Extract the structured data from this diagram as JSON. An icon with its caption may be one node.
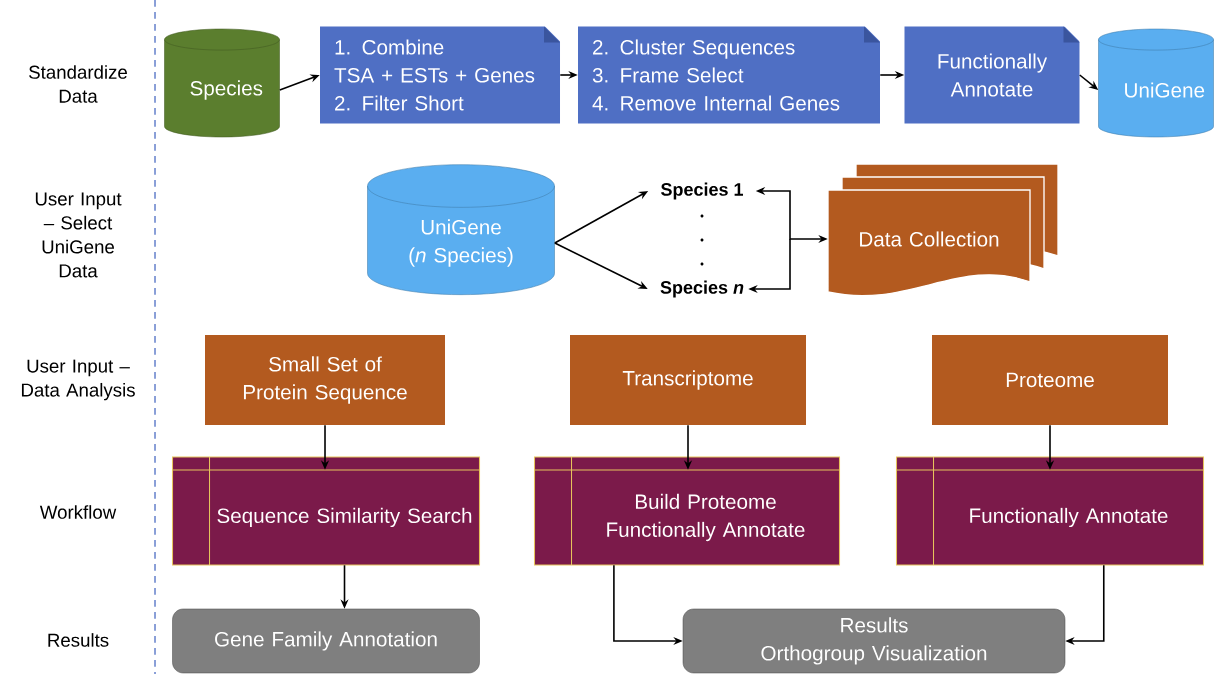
{
  "diagram": {
    "nodes": [
      {
        "text": [
          "Species"
        ]
      },
      {
        "text": [
          "1. Combine",
          "TSA + ESTs + Genes",
          "2. Filter Short"
        ]
      },
      {
        "text": [
          "2. Cluster Sequences",
          "3. Frame Select",
          "4. Remove Internal Genes"
        ]
      },
      {
        "text": [
          "Functionally Annotate"
        ]
      },
      {
        "text": [
          "UniGene"
        ]
      },
      {
        "text": [
          "UniGene (*n* Species)"
        ]
      },
      {
        "text": [
          "Species 1"
        ]
      },
      {
        "text": [
          "Species *n*"
        ]
      },
      {
        "text": [
          "Data Collection"
        ]
      },
      {
        "text": [
          "Small Set of Protein Sequence"
        ]
      },
      {
        "text": [
          "Transcriptome"
        ]
      },
      {
        "text": [
          "Proteome"
        ]
      },
      {
        "text": [
          "Sequence Similarity Search"
        ]
      },
      {
        "text": [
          "Build Proteome",
          "Functionally Annotate"
        ]
      },
      {
        "text": [
          "Functionally Annotate"
        ]
      },
      {
        "text": [
          "Gene Family Annotation"
        ]
      },
      {
        "text": [
          "Results",
          "Orthogroup Visualization"
        ]
      }
    ],
    "edges": [
      {
        "from": 0,
        "to": 1,
        "arrow": "to"
      },
      {
        "from": 1,
        "to": 2,
        "arrow": "to"
      },
      {
        "from": 2,
        "to": 3,
        "arrow": "to"
      },
      {
        "from": 3,
        "to": 4,
        "arrow": "to"
      },
      {
        "from": 5,
        "to": 6,
        "arrow": "to"
      },
      {
        "from": 5,
        "to": 7,
        "arrow": "to"
      },
      {
        "from": 6,
        "to": 8,
        "arrow": "both"
      },
      {
        "from": 8,
        "to": 7,
        "arrow": "to"
      },
      {
        "from": 9,
        "to": 12,
        "arrow": "to"
      },
      {
        "from": 10,
        "to": 13,
        "arrow": "to"
      },
      {
        "from": 11,
        "to": 14,
        "arrow": "to"
      },
      {
        "from": 12,
        "to": 15,
        "arrow": "to"
      },
      {
        "from": 13,
        "to": 16,
        "arrow": "to"
      },
      {
        "from": 14,
        "to": 16,
        "arrow": "to"
      }
    ],
    "labels": [
      "Standardize Data",
      "User Input – Select UniGene Data",
      "User Input – Data Analysis",
      "Workflow",
      "Results"
    ]
  }
}
